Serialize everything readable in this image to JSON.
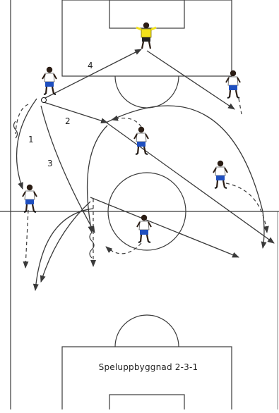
{
  "caption": "Speluppbyggnad 2-3-1",
  "route_labels": [
    "1",
    "2",
    "3",
    "4"
  ],
  "colors": {
    "lines": "#3a3a3a",
    "shirt_outfield": "#ffffff",
    "shorts_outfield": "#1f4fbf",
    "shirt_keeper": "#f2e21b",
    "shorts_keeper": "#222222",
    "skin": "#2b1d14"
  }
}
